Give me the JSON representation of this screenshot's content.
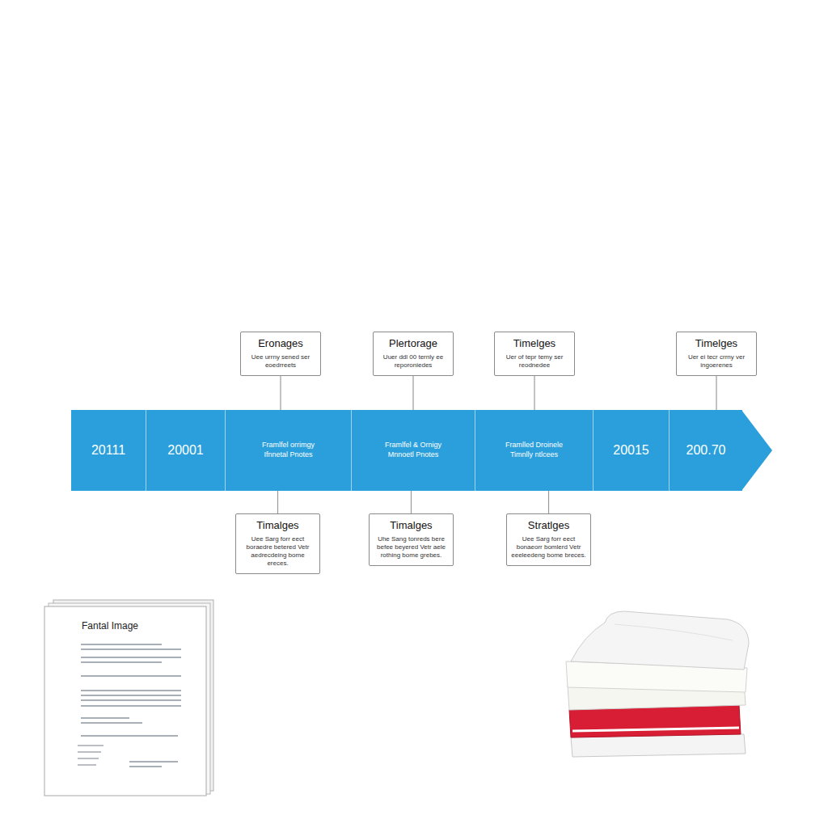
{
  "diagram": {
    "nodes": [
      {
        "text": [
          "Eronages",
          "Uee urrny sened ser eoedrreets"
        ]
      },
      {
        "text": [
          "Plertorage",
          "Uuer ddl 00 ternly ee reporoniedes"
        ]
      },
      {
        "text": [
          "Timelges",
          "Uer of tepr temy ser reodnedee"
        ]
      },
      {
        "text": [
          "Timelges",
          "Uer ei tecr crrny ver ingoerenes"
        ]
      },
      {
        "text": [
          "20111"
        ]
      },
      {
        "text": [
          "20001"
        ]
      },
      {
        "text": [
          "Framlfel orrimgy Ifnnetal Pnotes"
        ]
      },
      {
        "text": [
          "Framlfel & Ornigy Mnnoetl Pnotes"
        ]
      },
      {
        "text": [
          "Framlled Droinele Timnlly ntlcees"
        ]
      },
      {
        "text": [
          "20015"
        ]
      },
      {
        "text": [
          "200.70"
        ]
      },
      {
        "text": [
          "Timalges",
          "Uee Sarg forr eect boraedre betered Vetr aedrecdeing bome ereces."
        ]
      },
      {
        "text": [
          "Timalges",
          "Uhe Sang tonreds bere befee beyered Vetr aele rothing bome grebes."
        ]
      },
      {
        "text": [
          "Stratlges",
          "Uee Sarg forr eect bonaeorr bomlerd Vetr eeeleedeng bome breces."
        ]
      }
    ],
    "edges": [
      {
        "from": 0,
        "to": 6,
        "arrow": "none"
      },
      {
        "from": 1,
        "to": 7,
        "arrow": "none"
      },
      {
        "from": 2,
        "to": 8,
        "arrow": "none"
      },
      {
        "from": 3,
        "to": 10,
        "arrow": "none"
      },
      {
        "from": 11,
        "to": 6,
        "arrow": "none"
      },
      {
        "from": 12,
        "to": 7,
        "arrow": "none"
      },
      {
        "from": 13,
        "to": 8,
        "arrow": "none"
      }
    ],
    "labels": [
      "Fantal Image"
    ]
  }
}
